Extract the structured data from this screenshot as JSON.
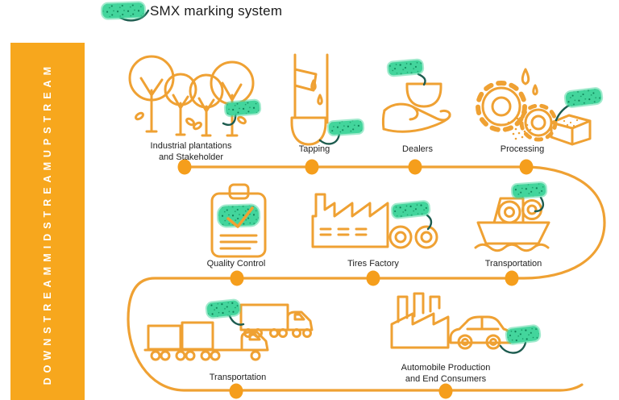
{
  "title": "SMX marking system",
  "sidebar": {
    "upstream": "UPSTREAM",
    "midstream": "MIDSTREAM",
    "downstream": "DOWNSTREAM"
  },
  "stations": {
    "plantations": {
      "line1": "Industrial plantations",
      "line2": "and Stakeholder",
      "icon": "trees-icon"
    },
    "tapping": {
      "label": "Tapping",
      "icon": "tap-and-cup-icon"
    },
    "dealers": {
      "label": "Dealers",
      "icon": "hand-with-cup-icon"
    },
    "processing": {
      "label": "Processing",
      "icon": "gears-and-box-icon"
    },
    "quality_control": {
      "label": "Quality Control",
      "icon": "clipboard-check-icon"
    },
    "tires_factory": {
      "label": "Tires Factory",
      "icon": "factory-tires-icon"
    },
    "transportation_sea": {
      "label": "Transportation",
      "icon": "cargo-boat-icon"
    },
    "transportation_land": {
      "label": "Transportation",
      "icon": "trucks-icon"
    },
    "automobile": {
      "line1": "Automobile Production",
      "line2": "and End Consumers",
      "icon": "factory-car-icon"
    }
  },
  "colors": {
    "orange_line": "#EFA133",
    "sidebar_orange": "#F7A71D",
    "node_dot": "#F59E1C",
    "tag_green": "#43D59C",
    "tag_speckle": "#0C7E55",
    "connector_teal": "#1D5C4F",
    "text": "#222222"
  }
}
